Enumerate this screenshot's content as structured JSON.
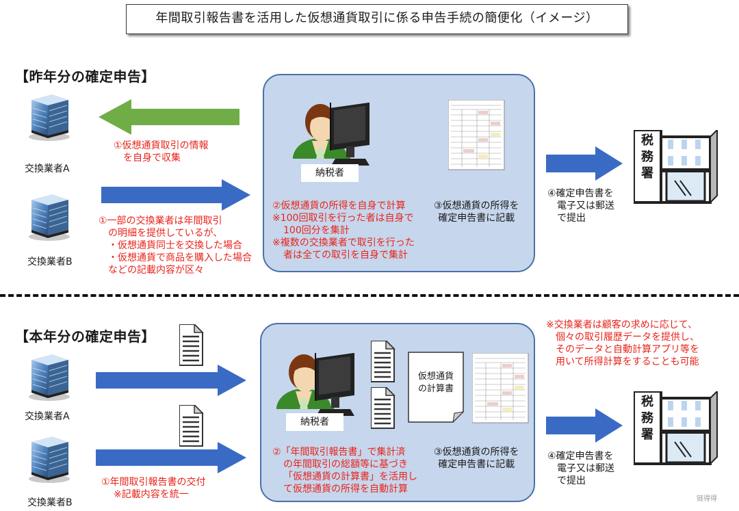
{
  "title": "年間取引報告書を活用した仮想通貨取引に係る申告手続の簡便化（イメージ）",
  "previous": {
    "heading": "【昨年分の確定申告】",
    "exchanger_a": "交換業者A",
    "exchanger_b": "交換業者B",
    "note1": [
      "①仮想通貨取引の情報",
      "を自身で収集"
    ],
    "note2": [
      "①一部の交換業者は年間取引",
      "の明細を提供しているが、",
      "・仮想通貨同士を交換した場合",
      "・仮想通貨で商品を購入した場合",
      "などの記載内容が区々"
    ],
    "taxpayer": "納税者",
    "step2": [
      "②仮想通貨の所得を自身で計算",
      "※100回取引を行った者は自身で",
      "100回分を集計",
      "※複数の交換業者で取引を行った",
      "者は全ての取引を自身で集計"
    ],
    "step3": [
      "③仮想通貨の所得を",
      "確定申告書に記載"
    ],
    "step4": [
      "④確定申告書を",
      "電子又は郵送",
      "で提出"
    ],
    "tax_office": [
      "税",
      "務",
      "署"
    ]
  },
  "current": {
    "heading": "【本年分の確定申告】",
    "exchanger_a": "交換業者A",
    "exchanger_b": "交換業者B",
    "note1": [
      "①年間取引報告書の交付",
      "※記載内容を統一"
    ],
    "taxpayer": "納税者",
    "calc_doc": [
      "仮想通貨",
      "の計算書"
    ],
    "step2": [
      "②「年間取引報告書」で集計済",
      "の年間取引の総額等に基づき",
      "「仮想通貨の計算書」を活用し",
      "て仮想通貨の所得を自動計算"
    ],
    "step3": [
      "③仮想通貨の所得を",
      "確定申告書に記載"
    ],
    "step4": [
      "④確定申告書を",
      "電子又は郵送",
      "で提出"
    ],
    "remark": [
      "※交換業者は顧客の求めに応じて、",
      "個々の取引履歴データを提供し、",
      "そのデータと自動計算アプリ等を",
      "用いて所得計算をすることも可能"
    ],
    "tax_office": [
      "税",
      "務",
      "署"
    ]
  },
  "watermark": "链得得",
  "colors": {
    "green_arrow": "#70ad47",
    "blue_arrow": "#3a6bc4",
    "panel_fill": "#c6d6ec",
    "panel_border": "#4a6fa8",
    "red_text": "#e8231a"
  }
}
